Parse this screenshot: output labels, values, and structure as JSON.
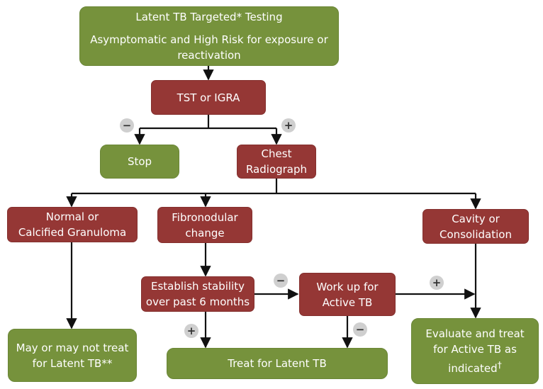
{
  "nodes": {
    "targeted_testing": {
      "title": "Latent TB Targeted* Testing",
      "line1": "Asymptomatic and High Risk for exposure or",
      "line2": "reactivation",
      "color": "#76923c"
    },
    "tst_igra": {
      "label": "TST or IGRA",
      "color": "#953735"
    },
    "stop": {
      "label": "Stop",
      "color": "#76923c"
    },
    "chest_radiograph": {
      "line1": "Chest",
      "line2": "Radiograph",
      "color": "#953735"
    },
    "normal_calcified": {
      "line1": "Normal or",
      "line2": "Calcified Granuloma",
      "color": "#953735"
    },
    "fibronodular": {
      "line1": "Fibronodular",
      "line2": "change",
      "color": "#953735"
    },
    "cavity_consolidation": {
      "line1": "Cavity or",
      "line2": "Consolidation",
      "color": "#953735"
    },
    "establish_stability": {
      "line1": "Establish stability",
      "line2": "over past 6 months",
      "color": "#953735"
    },
    "work_up": {
      "line1": "Work up for",
      "line2": "Active TB",
      "color": "#953735"
    },
    "may_or_may_not": {
      "line1": "May or may not treat",
      "line2": "for Latent TB**",
      "color": "#76923c"
    },
    "treat_latent": {
      "label": "Treat for Latent TB",
      "color": "#76923c"
    },
    "evaluate_treat": {
      "line1": "Evaluate and treat",
      "line2": "for Active TB as",
      "line3": "indicated",
      "dagger": "†",
      "color": "#76923c"
    }
  },
  "signs": {
    "tst_negative": "−",
    "tst_positive": "+",
    "stability_negative": "−",
    "stability_positive": "+",
    "workup_negative": "−",
    "cavity_positive": "+"
  },
  "colors": {
    "connector": "#111111",
    "sign_fill": "#cfcfcf"
  }
}
